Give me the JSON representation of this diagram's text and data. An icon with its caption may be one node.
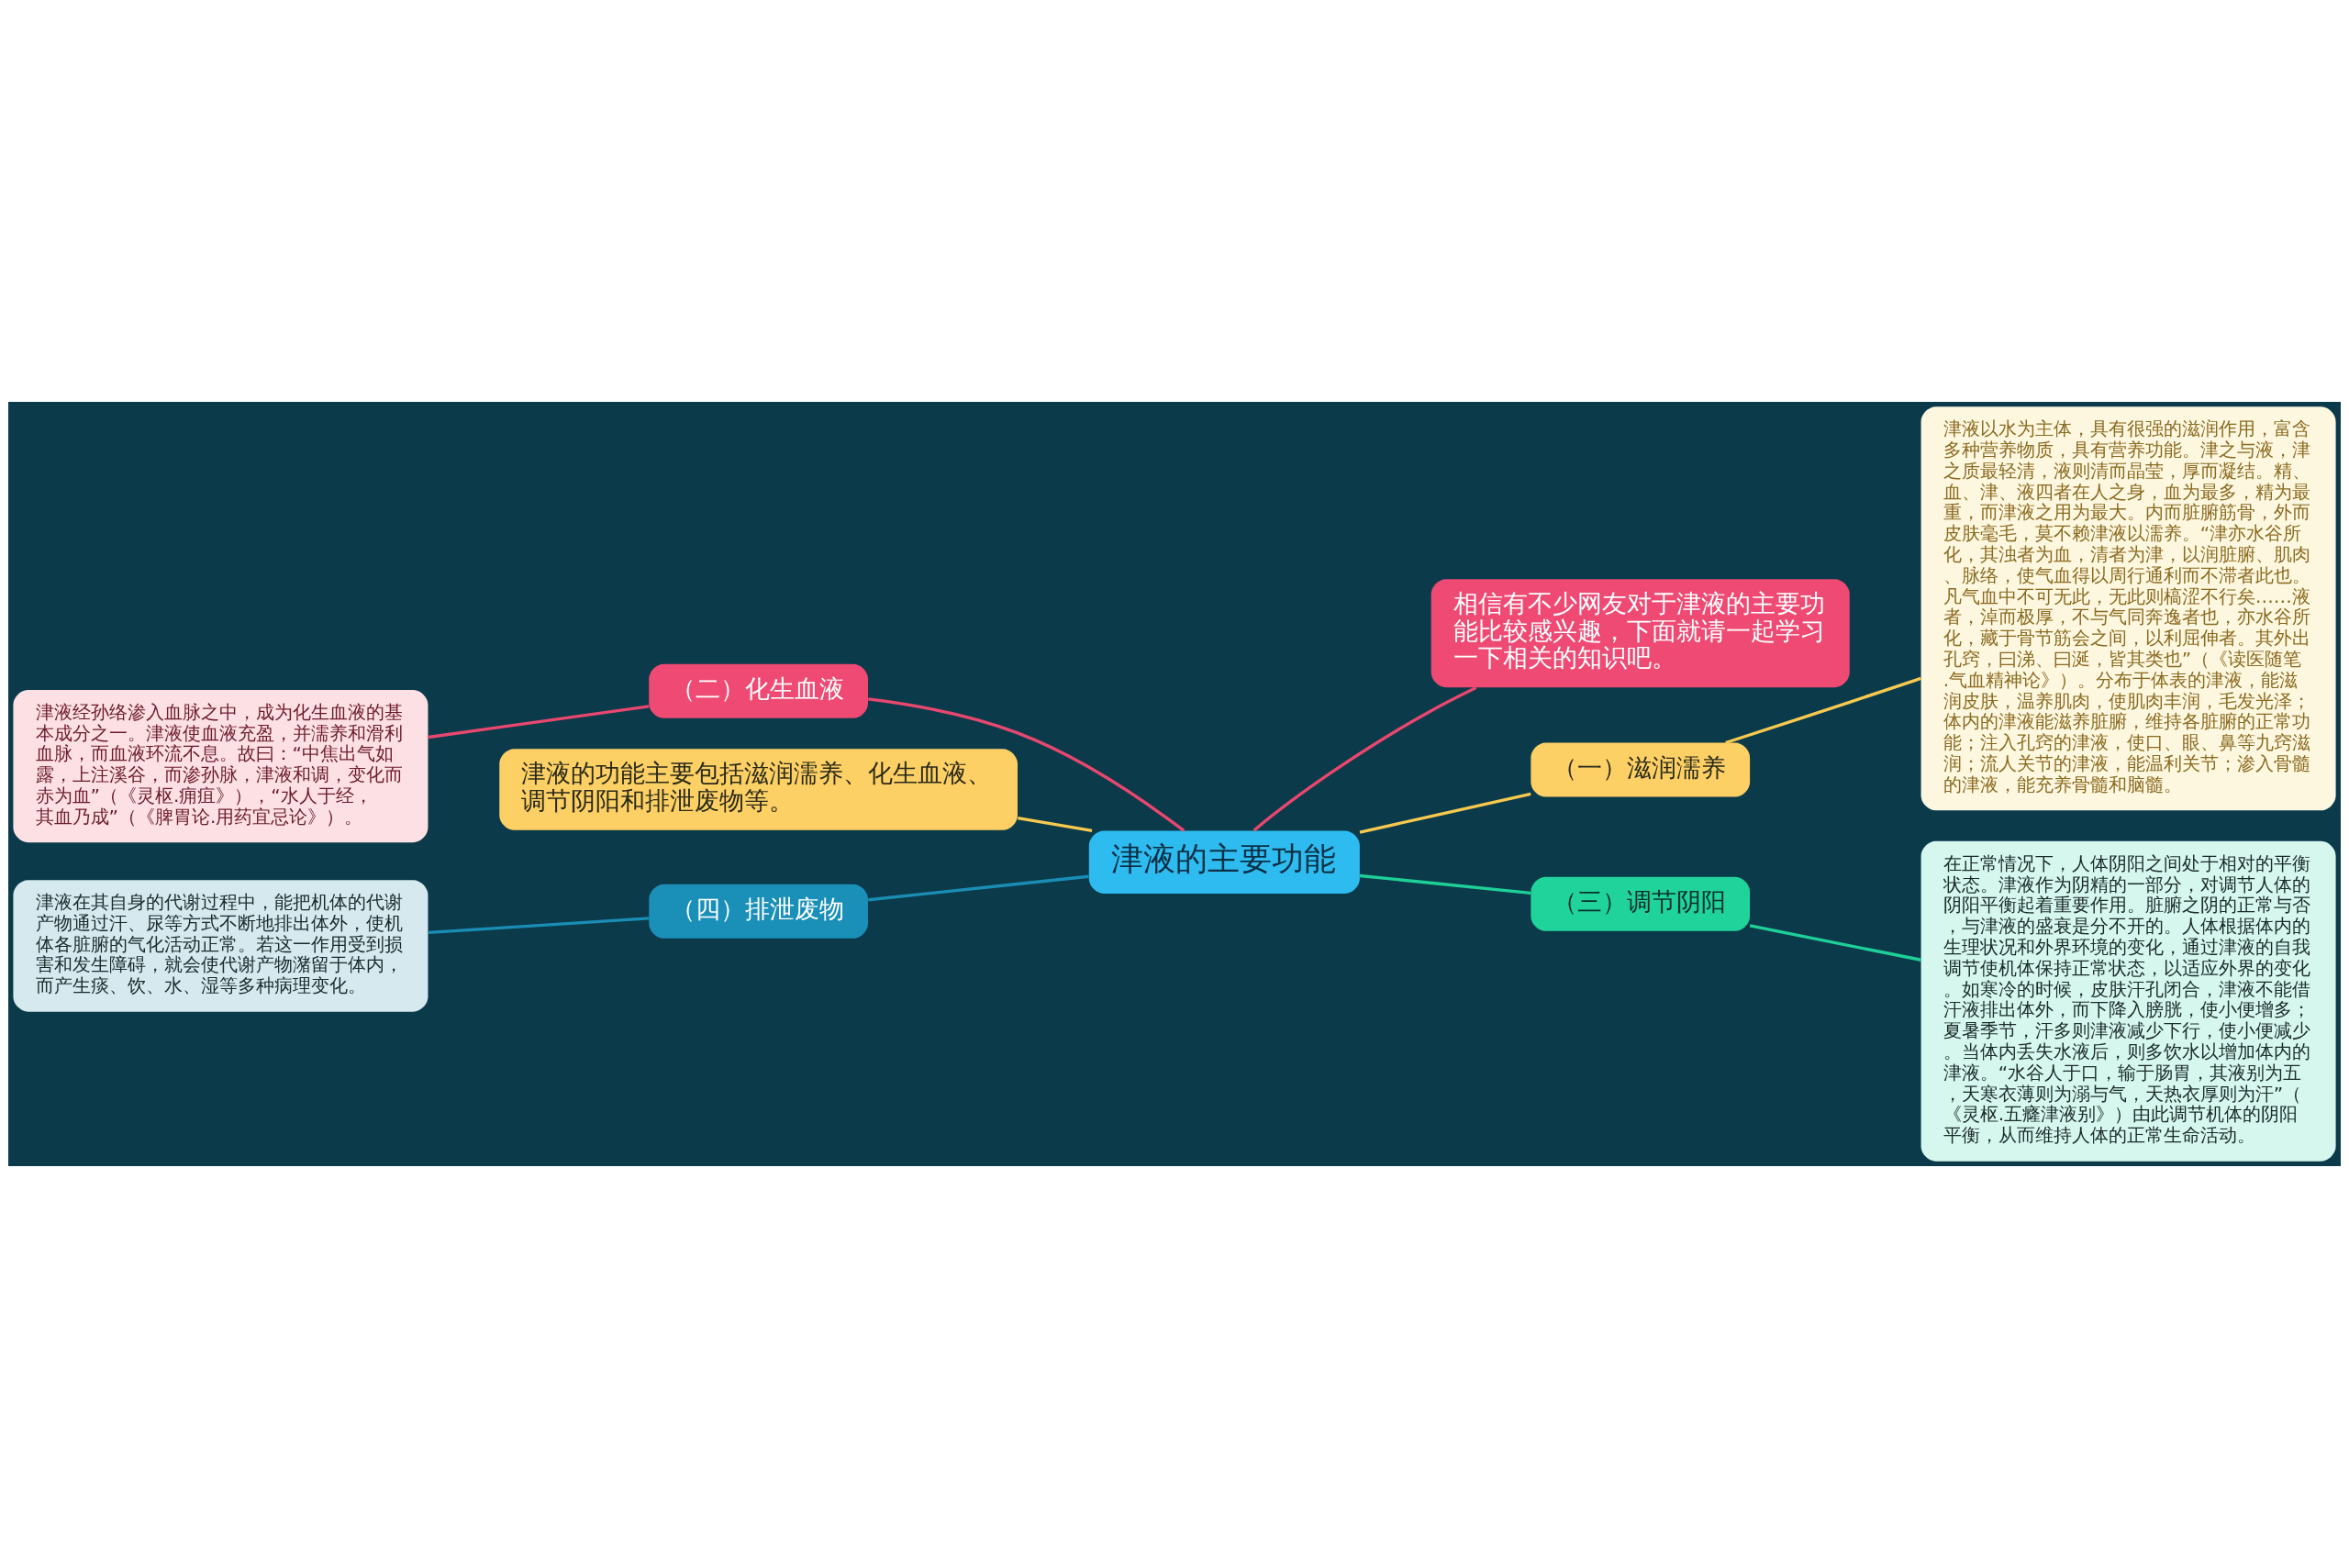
{
  "diagram": {
    "nodes": [
      {
        "text": [
          "津液的主要功能"
        ]
      },
      {
        "text": [
          "相信有不少网友对于津液的主要功能比较感兴趣，下面就请一起学习一下相关的知识吧。"
        ]
      },
      {
        "text": [
          "津液的功能主要包括滋润濡养、化生血液、调节阴阳和排泄废物等。"
        ]
      },
      {
        "text": [
          "（一）滋润濡养"
        ]
      },
      {
        "text": [
          "津液以水为主体，具有很强的滋润作用，富含多种营养物质，具有营养功能。津之与液，津之质最轻清，液则清而晶莹，厚而凝结。精、血、津、液四者在人之身，血为最多，精为最重，而津液之用为最大。内而脏腑筋骨，外而皮肤毫毛，莫不赖津液以濡养。“津亦水谷所化，其浊者为血，清者为津，以润脏腑、肌肉、脉络，使气血得以周行通利而不滞者此也。凡气血中不可无此，无此则槁涩不行矣……液者，淖而极厚，不与气同奔逸者也，亦水谷所化，藏于骨节筋会之间，以利屈伸者。其外出孔窍，曰涕、曰涎，皆其类也”（《读医随笔.气血精神论》）。分布于体表的津液，能滋润皮肤，温养肌肉，使肌肉丰润，毛发光泽；体内的津液能滋养脏腑，维持各脏腑的正常功能；注入孔窍的津液，使口、眼、鼻等九窍滋润；流人关节的津液，能温利关节；渗入骨髓的津液，能充养骨髓和脑髓。"
        ]
      },
      {
        "text": [
          "（二）化生血液"
        ]
      },
      {
        "text": [
          "津液经孙络渗入血脉之中，成为化生血液的基本成分之一。津液使血液充盈，并濡养和滑利血脉，而血液环流不息。故曰：“中焦出气如露，上注溪谷，而渗孙脉，津液和调，变化而赤为血”（《灵枢.痈疽》），“水人于经，其血乃成”（《脾胃论.用药宜忌论》）。"
        ]
      },
      {
        "text": [
          "（三）调节阴阳"
        ]
      },
      {
        "text": [
          "在正常情况下，人体阴阳之间处于相对的平衡状态。津液作为阴精的一部分，对调节人体的阴阳平衡起着重要作用。脏腑之阴的正常与否，与津液的盛衰是分不开的。人体根据体内的生理状况和外界环境的变化，通过津液的自我调节使机体保持正常状态，以适应外界的变化。如寒冷的时候，皮肤汗孔闭合，津液不能借汗液排出体外，而下降入膀胱，使小便增多；夏暑季节，汗多则津液减少下行，使小便减少。当体内丢失水液后，则多饮水以增加体内的津液。“水谷人于口，输于肠胃，其液别为五，天寒衣薄则为溺与气，天热衣厚则为汗”（《灵枢.五癃津液别》）由此调节机体的阴阳平衡，从而维持人体的正常生命活动。"
        ]
      },
      {
        "text": [
          "（四）排泄废物"
        ]
      },
      {
        "text": [
          "津液在其自身的代谢过程中，能把机体的代谢产物通过汗、尿等方式不断地排出体外，使机体各脏腑的气化活动正常。若这一作用受到损害和发生障碍，就会使代谢产物潴留于体内，而产生痰、饮、水、湿等多种病理变化。"
        ]
      }
    ],
    "edges": [
      {
        "from": 0,
        "to": 1,
        "arrow": "none",
        "color": "#e8476f"
      },
      {
        "from": 0,
        "to": 2,
        "arrow": "none",
        "color": "#f7c94f"
      },
      {
        "from": 0,
        "to": 3,
        "arrow": "none",
        "color": "#f7c94f"
      },
      {
        "from": 3,
        "to": 4,
        "arrow": "none",
        "color": "#f7c94f"
      },
      {
        "from": 0,
        "to": 5,
        "arrow": "none",
        "color": "#e8476f"
      },
      {
        "from": 5,
        "to": 6,
        "arrow": "none",
        "color": "#e8476f"
      },
      {
        "from": 0,
        "to": 7,
        "arrow": "none",
        "color": "#1fcf98"
      },
      {
        "from": 7,
        "to": 8,
        "arrow": "none",
        "color": "#1fcf98"
      },
      {
        "from": 0,
        "to": 9,
        "arrow": "none",
        "color": "#1a8db5"
      },
      {
        "from": 9,
        "to": 10,
        "arrow": "none",
        "color": "#1a8db5"
      }
    ]
  }
}
